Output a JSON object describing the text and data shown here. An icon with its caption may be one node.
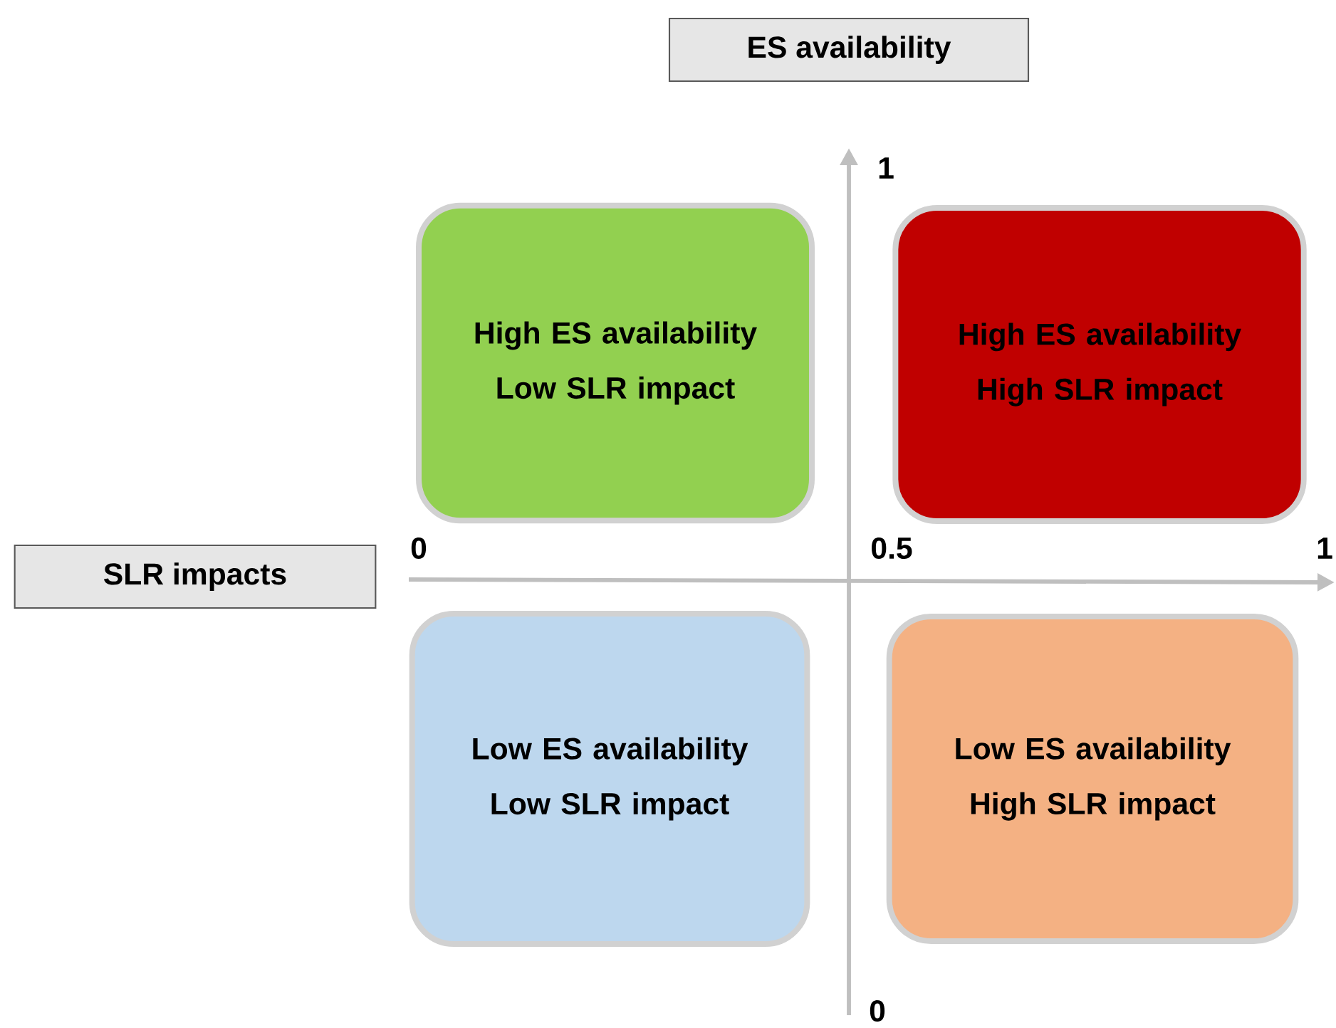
{
  "diagram": {
    "nodes": [
      {
        "text": [
          "ES availability"
        ]
      },
      {
        "text": [
          "High ES availability",
          "Low SLR impact"
        ]
      },
      {
        "text": [
          "High ES availability",
          "High SLR impact"
        ]
      },
      {
        "text": [
          "SLR impacts"
        ]
      },
      {
        "text": [
          "Low ES availability",
          "Low SLR impact"
        ]
      },
      {
        "text": [
          "Low ES availability",
          "High SLR impact"
        ]
      }
    ],
    "labels": [
      "1",
      "0",
      "0.5",
      "1",
      "0"
    ]
  }
}
